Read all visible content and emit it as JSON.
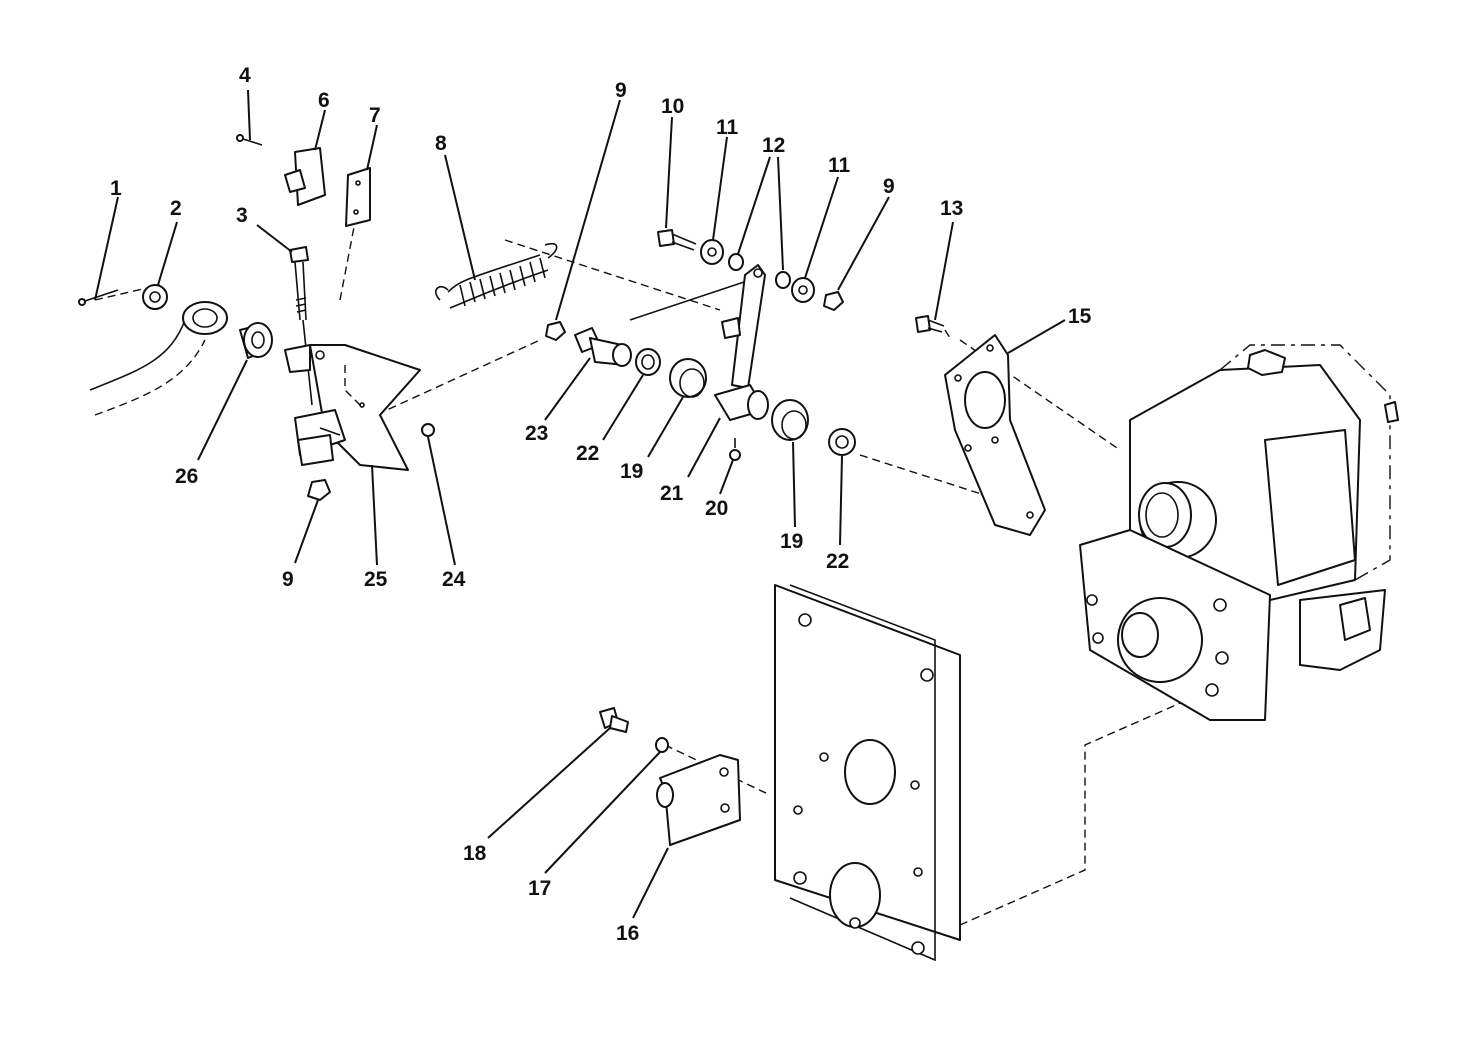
{
  "callouts": [
    {
      "id": "1",
      "text": "1"
    },
    {
      "id": "2",
      "text": "2"
    },
    {
      "id": "3",
      "text": "3"
    },
    {
      "id": "4",
      "text": "4"
    },
    {
      "id": "6",
      "text": "6"
    },
    {
      "id": "7",
      "text": "7"
    },
    {
      "id": "8",
      "text": "8"
    },
    {
      "id": "9a",
      "text": "9"
    },
    {
      "id": "10",
      "text": "10"
    },
    {
      "id": "11a",
      "text": "11"
    },
    {
      "id": "12",
      "text": "12"
    },
    {
      "id": "11b",
      "text": "11"
    },
    {
      "id": "9b",
      "text": "9"
    },
    {
      "id": "13",
      "text": "13"
    },
    {
      "id": "15",
      "text": "15"
    },
    {
      "id": "23",
      "text": "23"
    },
    {
      "id": "22a",
      "text": "22"
    },
    {
      "id": "19a",
      "text": "19"
    },
    {
      "id": "21",
      "text": "21"
    },
    {
      "id": "20",
      "text": "20"
    },
    {
      "id": "19b",
      "text": "19"
    },
    {
      "id": "22b",
      "text": "22"
    },
    {
      "id": "26",
      "text": "26"
    },
    {
      "id": "9c",
      "text": "9"
    },
    {
      "id": "25",
      "text": "25"
    },
    {
      "id": "24",
      "text": "24"
    },
    {
      "id": "18",
      "text": "18"
    },
    {
      "id": "17",
      "text": "17"
    },
    {
      "id": "16",
      "text": "16"
    }
  ]
}
